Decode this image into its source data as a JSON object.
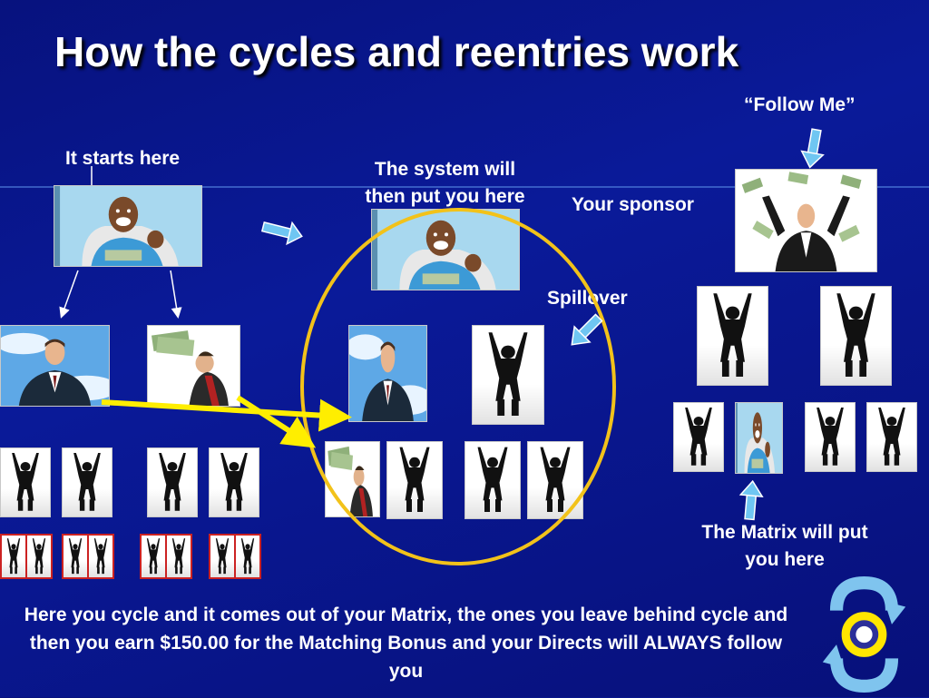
{
  "slide": {
    "title": "How the cycles and reentries work",
    "follow_me": "“Follow Me”",
    "it_starts_here": "It starts here",
    "system_line1": "The system will",
    "system_line2": "then put you here",
    "your_sponsor": "Your sponsor",
    "spillover": "Spillover",
    "matrix_line1": "The Matrix will put",
    "matrix_line2": "you here",
    "bottom_text": "Here you cycle and it comes out of your Matrix, the ones you leave behind cycle and then you earn $150.00 for the Matching Bonus and your Directs will ALWAYS follow you"
  },
  "colors": {
    "background": "#0a1a99",
    "text": "#ffffff",
    "circle": "#f2c21a",
    "yellow_arrow": "#ffee00",
    "light_arrow": "#6fc6f2"
  },
  "icons": {
    "cycle": "cycle-arrows-icon",
    "person": "person-silhouette-icon"
  }
}
